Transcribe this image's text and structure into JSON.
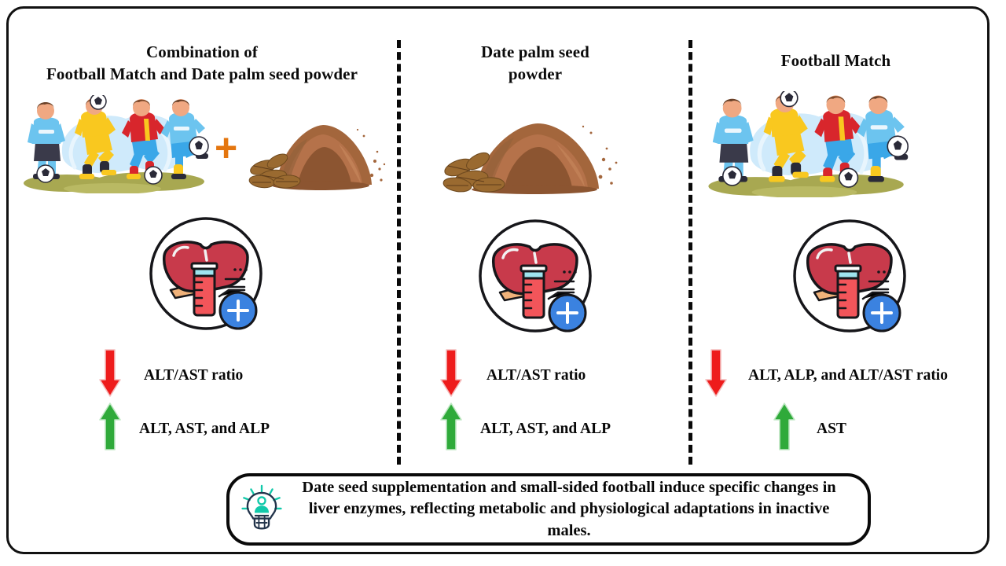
{
  "figure": {
    "type": "graphical-abstract",
    "columns": [
      {
        "id": "combination",
        "title": "Combination of\nFootball Match and Date palm seed powder",
        "title_line1": "Combination of",
        "title_line2": "Football Match and Date palm seed powder",
        "illustrations": [
          "football-match-illustration",
          "plus-sign",
          "date-palm-seed-powder-illustration"
        ],
        "plus_symbol": "+",
        "biomarker_icon": "liver-blood-test-icon",
        "outcomes": [
          {
            "direction": "down",
            "arrow_color": "#ee1c1c",
            "label": "ALT/AST ratio"
          },
          {
            "direction": "up",
            "arrow_color": "#2faa3a",
            "label": "ALT, AST, and ALP"
          }
        ]
      },
      {
        "id": "date-palm-seed-powder",
        "title": "Date palm seed\npowder",
        "title_line1": "Date palm seed",
        "title_line2": "powder",
        "illustrations": [
          "date-palm-seed-powder-illustration"
        ],
        "biomarker_icon": "liver-blood-test-icon",
        "outcomes": [
          {
            "direction": "down",
            "arrow_color": "#ee1c1c",
            "label": "ALT/AST ratio"
          },
          {
            "direction": "up",
            "arrow_color": "#2faa3a",
            "label": "ALT, AST, and ALP"
          }
        ]
      },
      {
        "id": "football-match",
        "title": "Football Match",
        "title_line1": "Football Match",
        "title_line2": "",
        "illustrations": [
          "football-match-illustration"
        ],
        "biomarker_icon": "liver-blood-test-icon",
        "outcomes": [
          {
            "direction": "down",
            "arrow_color": "#ee1c1c",
            "label": "ALT, ALP, and ALT/AST ratio"
          },
          {
            "direction": "up",
            "arrow_color": "#2faa3a",
            "label": "AST"
          }
        ]
      }
    ],
    "conclusion": {
      "icon": "lightbulb-idea-icon",
      "text": "Date seed supplementation and small-sided football induce specific changes in liver enzymes, reflecting metabolic and physiological adaptations in inactive males."
    },
    "colors": {
      "frame_border": "#111111",
      "divider": "#090909",
      "decrease_arrow": "#ee1c1c",
      "increase_arrow": "#2faa3a",
      "plus_sign": "#e4760f",
      "liver": "#c83a4b",
      "test_tube_fluid": "#f2555a",
      "test_tube_cap": "#9fe4ef",
      "plus_badge": "#3b82e0",
      "bulb_outline": "#23344b",
      "bulb_rays": "#12c9aa",
      "jersey_lightblue": "#6cc4ef",
      "jersey_yellow": "#f9c81f",
      "jersey_red": "#d8262c",
      "jersey_blue": "#3aa7e8",
      "pitch": "#a8a851",
      "powder": "#a3663c"
    }
  }
}
